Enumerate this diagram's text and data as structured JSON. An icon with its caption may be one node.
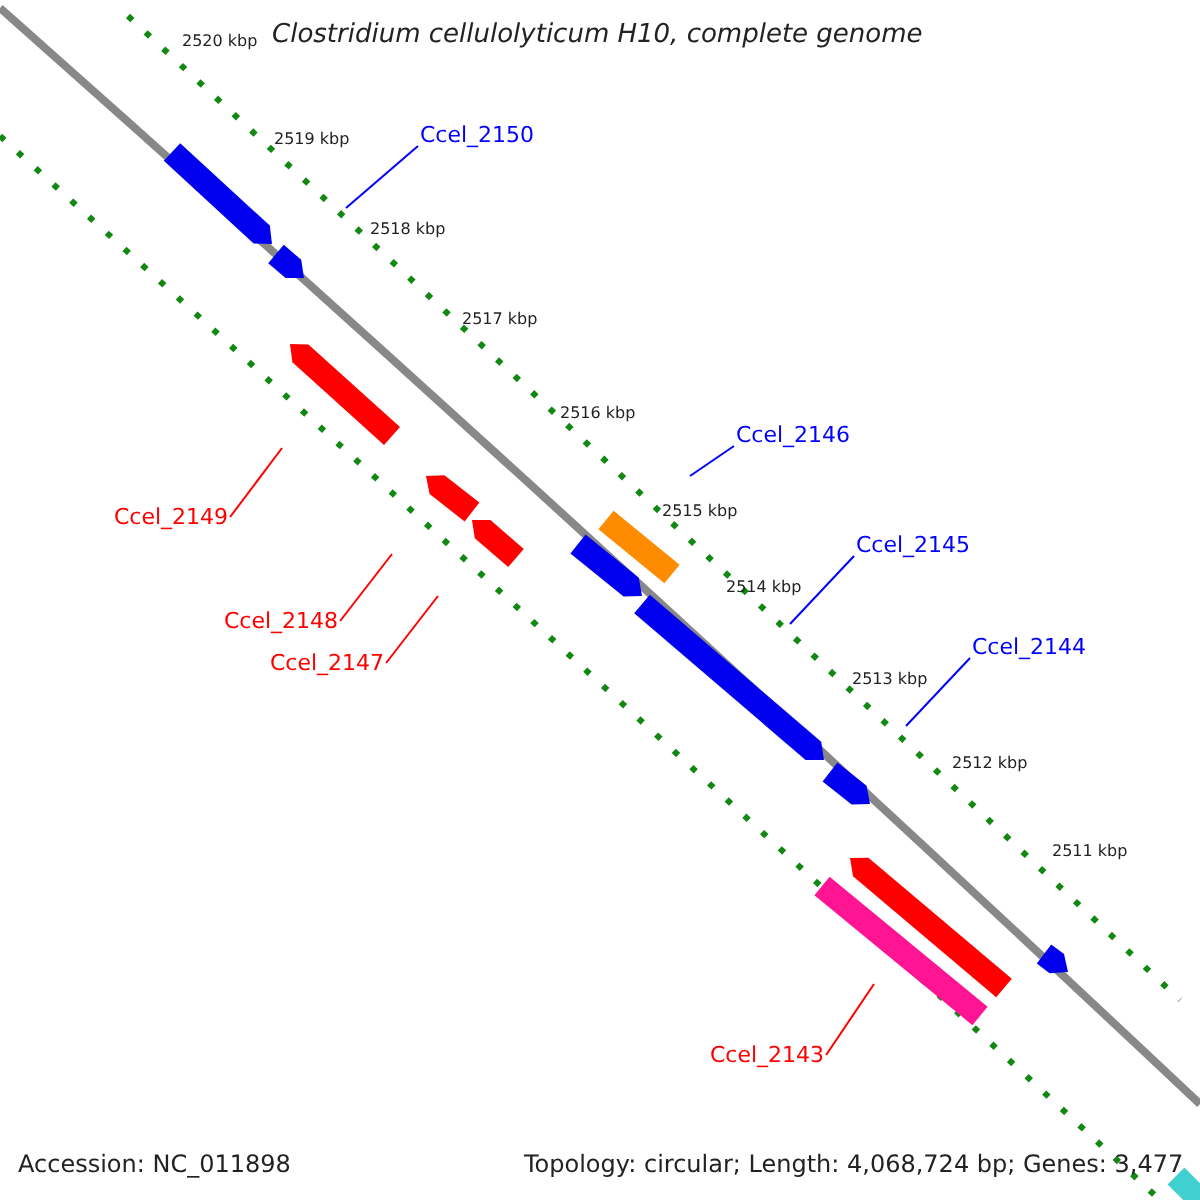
{
  "diagram": {
    "title": "Clostridium cellulolyticum H10, complete genome",
    "nodes": [
      {
        "text": [
          "Ccel_2150"
        ]
      },
      {
        "text": [
          "Ccel_2146"
        ]
      },
      {
        "text": [
          "Ccel_2145"
        ]
      },
      {
        "text": [
          "Ccel_2144"
        ]
      },
      {
        "text": [
          "Ccel_2149"
        ]
      },
      {
        "text": [
          "Ccel_2148"
        ]
      },
      {
        "text": [
          "Ccel_2147"
        ]
      },
      {
        "text": [
          "Ccel_2143"
        ]
      }
    ],
    "edges": [
      {
        "from": 0,
        "to": null,
        "arrow": "none",
        "color": "#0000ff"
      },
      {
        "from": 1,
        "to": null,
        "arrow": "none",
        "color": "#0000ff"
      },
      {
        "from": 2,
        "to": null,
        "arrow": "none",
        "color": "#0000ff"
      },
      {
        "from": 3,
        "to": null,
        "arrow": "none",
        "color": "#0000ff"
      },
      {
        "from": 4,
        "to": null,
        "arrow": "none",
        "color": "#ff0000"
      },
      {
        "from": 5,
        "to": null,
        "arrow": "none",
        "color": "#ff0000"
      },
      {
        "from": 6,
        "to": null,
        "arrow": "none",
        "color": "#ff0000"
      },
      {
        "from": 7,
        "to": null,
        "arrow": "none",
        "color": "#ff0000"
      }
    ],
    "labels": [
      "2520 kbp",
      "2519 kbp",
      "2518 kbp",
      "2517 kbp",
      "2516 kbp",
      "2515 kbp",
      "2514 kbp",
      "2513 kbp",
      "2512 kbp",
      "2511 kbp",
      "Accession: NC_011898",
      "Topology: circular; Length: 4,068,724 bp; Genes: 3,477"
    ]
  }
}
